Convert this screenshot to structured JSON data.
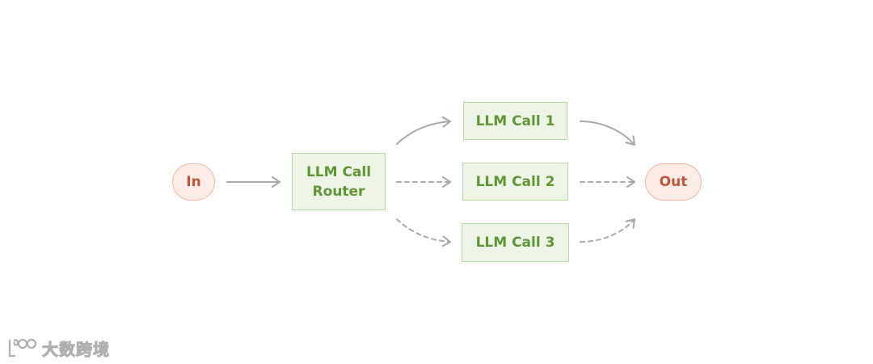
{
  "nodes": {
    "input": "In",
    "router_line1": "LLM Call",
    "router_line2": "Router",
    "call_1": "LLM Call 1",
    "call_2": "LLM Call 2",
    "call_3": "LLM Call 3",
    "output": "Out"
  },
  "edges": [
    {
      "from": "In",
      "to": "LLM Call Router",
      "style": "solid"
    },
    {
      "from": "LLM Call Router",
      "to": "LLM Call 1",
      "style": "solid"
    },
    {
      "from": "LLM Call Router",
      "to": "LLM Call 2",
      "style": "dashed"
    },
    {
      "from": "LLM Call Router",
      "to": "LLM Call 3",
      "style": "dashed"
    },
    {
      "from": "LLM Call 1",
      "to": "Out",
      "style": "solid"
    },
    {
      "from": "LLM Call 2",
      "to": "Out",
      "style": "dashed"
    },
    {
      "from": "LLM Call 3",
      "to": "Out",
      "style": "dashed"
    }
  ],
  "colors": {
    "io_fill": "#fbece6",
    "io_border": "#efb9a6",
    "io_text": "#c0553a",
    "llm_fill": "#eef5e6",
    "llm_border": "#b9d9a2",
    "llm_text": "#5e9635",
    "arrow": "#a9a9a9"
  },
  "watermark": {
    "text": "大数跨境",
    "icon": "logo-icon"
  }
}
